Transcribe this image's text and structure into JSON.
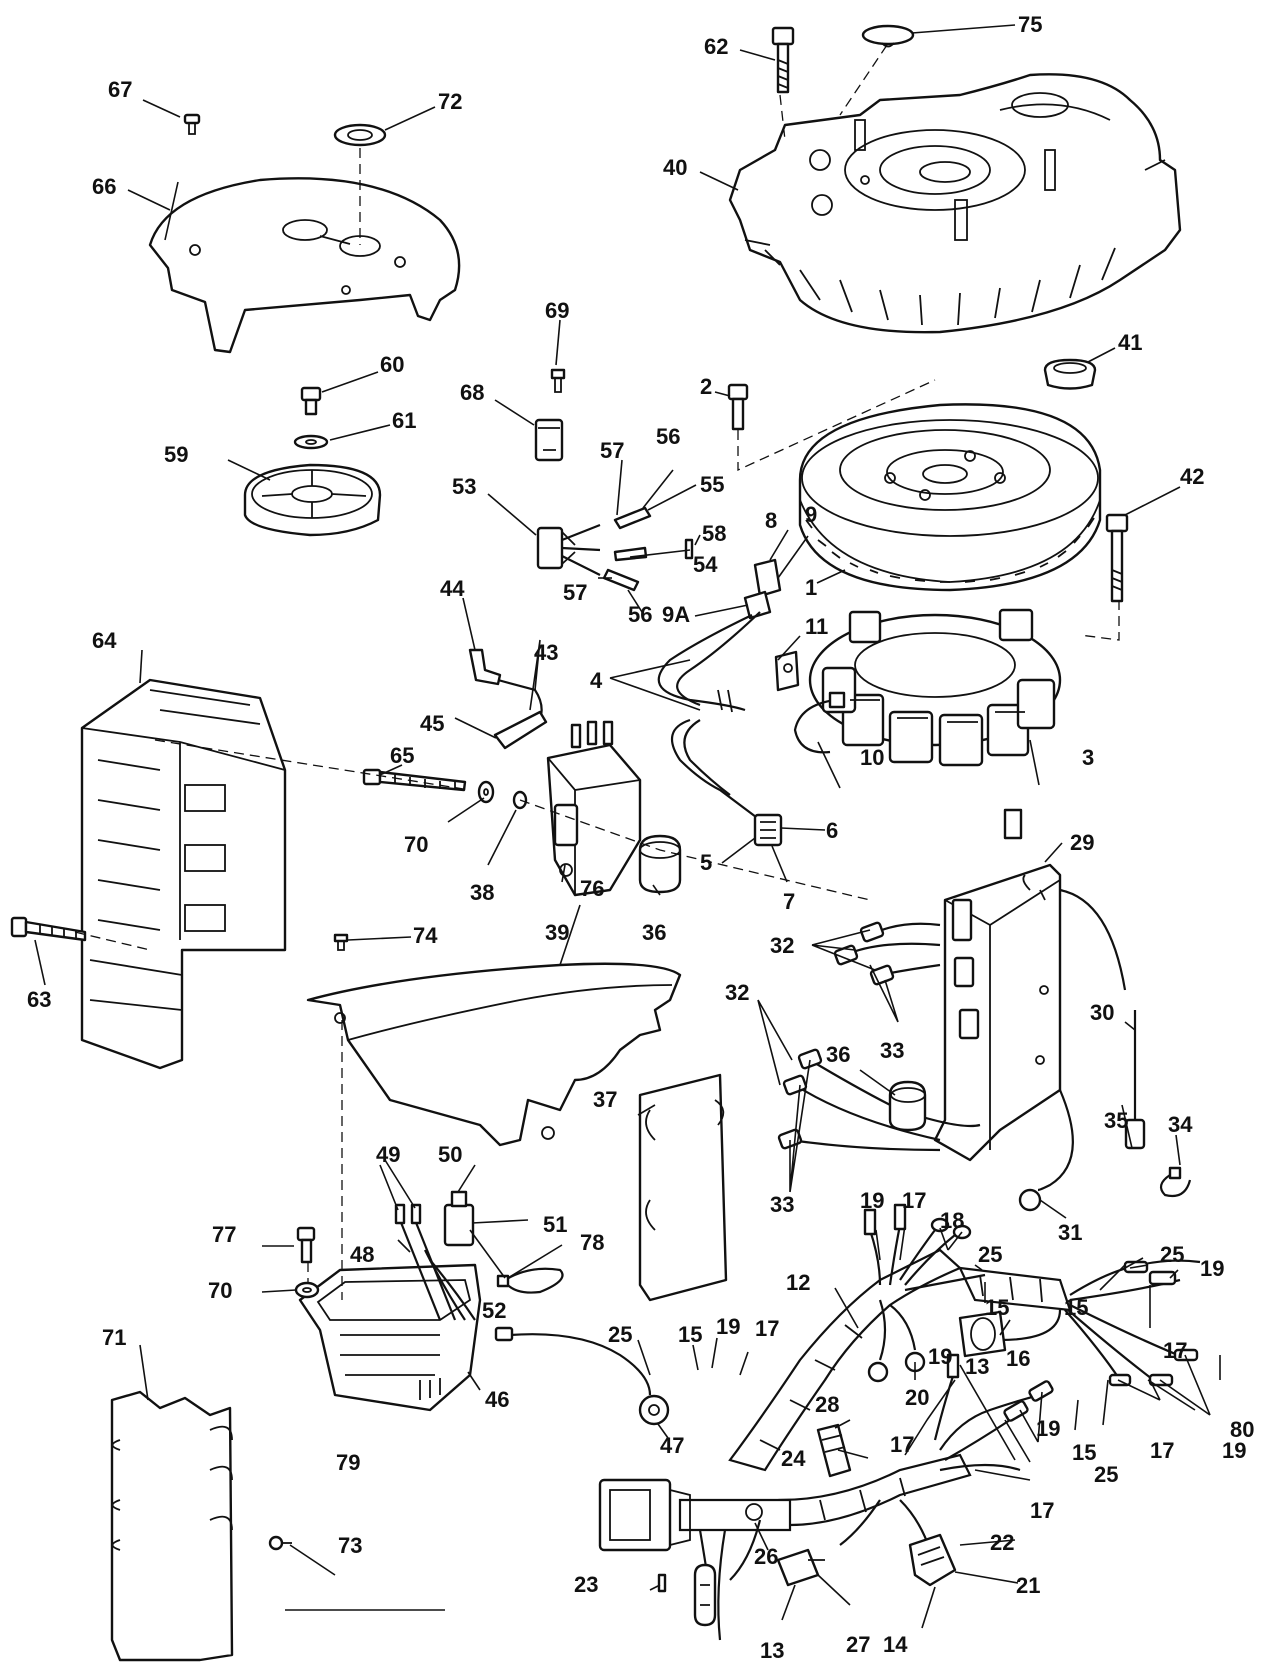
{
  "callouts": {
    "c1": "1",
    "c2": "2",
    "c3": "3",
    "c4": "4",
    "c5": "5",
    "c6": "6",
    "c7": "7",
    "c8": "8",
    "c9": "9",
    "c9A": "9A",
    "c10": "10",
    "c11": "11",
    "c12": "12",
    "c13a": "13",
    "c13b": "13",
    "c14": "14",
    "c15a": "15",
    "c15b": "15",
    "c15c": "15",
    "c15d": "15",
    "c16": "16",
    "c17a": "17",
    "c17b": "17",
    "c17c": "17",
    "c17d": "17",
    "c17e": "17",
    "c17f": "17",
    "c18": "18",
    "c19a": "19",
    "c19b": "19",
    "c19c": "19",
    "c19d": "19",
    "c19e": "19",
    "c19f": "19",
    "c20": "20",
    "c21": "21",
    "c22": "22",
    "c23": "23",
    "c24": "24",
    "c25a": "25",
    "c25b": "25",
    "c25c": "25",
    "c25d": "25",
    "c26": "26",
    "c27": "27",
    "c28": "28",
    "c29": "29",
    "c30": "30",
    "c31": "31",
    "c32a": "32",
    "c32b": "32",
    "c33a": "33",
    "c33b": "33",
    "c34": "34",
    "c35": "35",
    "c36a": "36",
    "c36b": "36",
    "c37": "37",
    "c38": "38",
    "c39": "39",
    "c40": "40",
    "c41": "41",
    "c42": "42",
    "c43": "43",
    "c44": "44",
    "c45": "45",
    "c46": "46",
    "c47": "47",
    "c48": "48",
    "c49": "49",
    "c50": "50",
    "c51": "51",
    "c52": "52",
    "c53": "53",
    "c54": "54",
    "c55": "55",
    "c56a": "56",
    "c56b": "56",
    "c57a": "57",
    "c57b": "57",
    "c58": "58",
    "c59": "59",
    "c60": "60",
    "c61": "61",
    "c62": "62",
    "c63": "63",
    "c64": "64",
    "c65": "65",
    "c66": "66",
    "c67": "67",
    "c68": "68",
    "c69": "69",
    "c70a": "70",
    "c70b": "70",
    "c71": "71",
    "c72": "72",
    "c73": "73",
    "c74": "74",
    "c75": "75",
    "c76": "76",
    "c77": "77",
    "c78": "78",
    "c79": "79",
    "c80": "80"
  }
}
